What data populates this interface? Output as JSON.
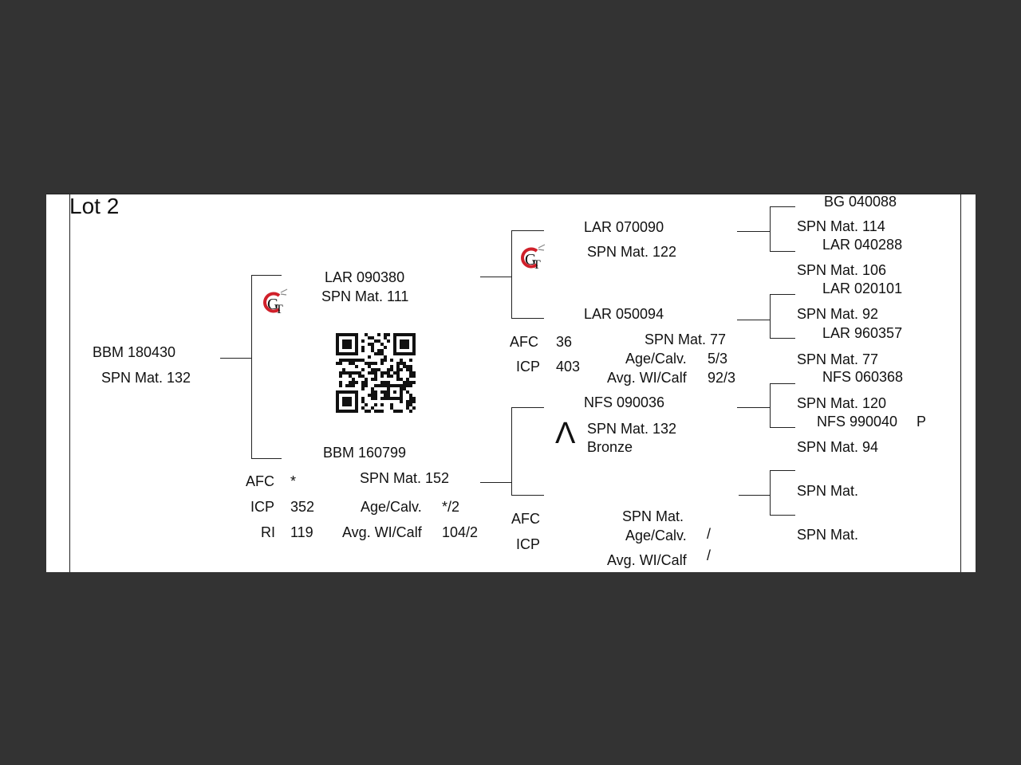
{
  "lot": "Lot 2",
  "subject": {
    "id": "BBM 180430",
    "spn": "SPN Mat. 132"
  },
  "sire": {
    "id": "LAR 090380",
    "spn": "SPN Mat. 111",
    "sire": {
      "id": "LAR 070090",
      "spn": "SPN Mat. 122",
      "sire": {
        "id": "BG  040088",
        "spn": "SPN Mat. 114"
      },
      "dam": {
        "id": "LAR 040288",
        "spn": "SPN Mat. 106"
      }
    },
    "dam": {
      "id": "LAR 050094",
      "spn": "SPN Mat. 77",
      "afc_label": "AFC",
      "afc": "36",
      "icp_label": "ICP",
      "icp": "403",
      "age_label": "Age/Calv.",
      "age": "5/3",
      "wi_label": "Avg. WI/Calf",
      "wi": "92/3",
      "sire": {
        "id": "LAR 020101",
        "spn": "SPN Mat. 92"
      },
      "dam": {
        "id": "LAR 960357",
        "spn": "SPN Mat. 77"
      }
    }
  },
  "dam": {
    "id": "BBM 160799",
    "spn": "SPN Mat. 152",
    "afc_label": "AFC",
    "afc": "*",
    "icp_label": "ICP",
    "icp": "352",
    "ri_label": "RI",
    "ri": "119",
    "age_label": "Age/Calv.",
    "age": "*/2",
    "wi_label": "Avg. WI/Calf",
    "wi": "104/2",
    "sire": {
      "id": "NFS 090036",
      "spn": "SPN Mat. 132",
      "badge": "Bronze",
      "mark": "Λ",
      "sire": {
        "id": "NFS 060368",
        "spn": "SPN Mat. 120"
      },
      "dam": {
        "id": "NFS 990040",
        "flag": "P",
        "spn": "SPN Mat. 94"
      }
    },
    "dam": {
      "spn": "SPN Mat.",
      "afc_label": "AFC",
      "icp_label": "ICP",
      "age_label": "Age/Calv.",
      "age": "/",
      "wi_label": "Avg. WI/Calf",
      "wi": "/",
      "sire": {
        "spn": "SPN Mat."
      },
      "dam": {
        "spn": "SPN Mat."
      }
    }
  },
  "logo": {
    "text_g": "G",
    "text_t": "T",
    "color": "#d0202a"
  },
  "colors": {
    "background": "#333333",
    "sheet": "#ffffff",
    "line": "#222222"
  }
}
